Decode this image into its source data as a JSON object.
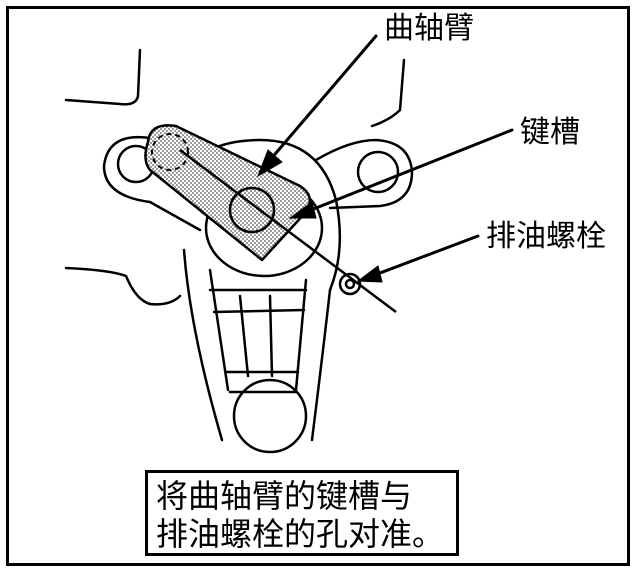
{
  "labels": {
    "crank_arm": "曲轴臂",
    "keyway": "键槽",
    "drain_bolt": "排油螺栓"
  },
  "caption": {
    "line1": "将曲轴臂的键槽与",
    "line2": "排油螺栓的孔对准。"
  },
  "colors": {
    "ink": "#000000",
    "paper": "#ffffff",
    "stipple": "#9a9a9a"
  }
}
